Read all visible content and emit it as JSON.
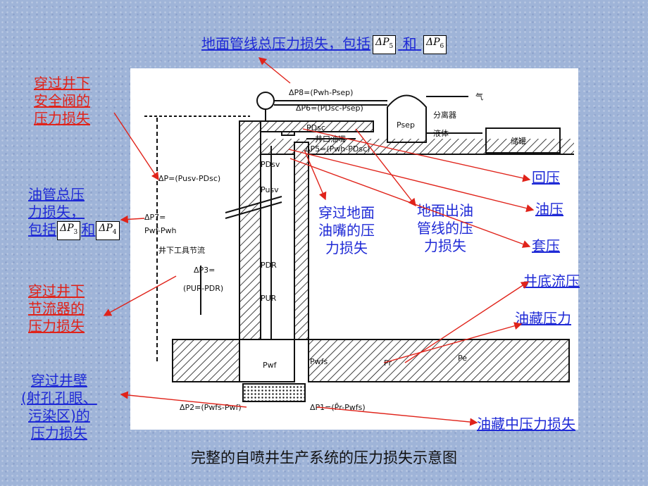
{
  "labels": {
    "top": {
      "text": "地面管线总压力损失，包括",
      "sym1": "ΔP",
      "sub1": "5",
      "conj": "和",
      "sym2": "ΔP",
      "sub2": "6"
    },
    "safety_valve": [
      "穿过井下",
      "安全阀的",
      "压力损失"
    ],
    "tubing": {
      "line1": "油管总压",
      "line2": "力损失，",
      "line3": "包括",
      "sym1": "ΔP",
      "sub1": "3",
      "conj": "和",
      "sym2": "ΔP",
      "sub2": "4"
    },
    "downhole_choke": [
      "穿过井下",
      "节流器的",
      "压力损失"
    ],
    "wellbore": [
      "穿过井壁",
      "(射孔孔眼、",
      "污染区)的",
      "压力损失"
    ],
    "back_pressure": "回压",
    "tubing_pressure": "油压",
    "casing_pressure": "套压",
    "bottomhole_flowing": "井底流压",
    "reservoir_pressure": "油藏压力",
    "reservoir_loss": "油藏中压力损失",
    "choke_loss": [
      "穿过地面",
      "油嘴的压",
      "力损失"
    ],
    "flowline_loss": [
      "地面出油",
      "管线的压",
      "力损失"
    ]
  },
  "diagram": {
    "dp8": "ΔP8=(Pwh-Psep)",
    "dp6": "ΔP6=(PDsc-Psep)",
    "pdsc": "PDsc",
    "choke_label": "井口油嘴",
    "dp5": "ΔP5=(Pwh-PDsc)",
    "gas": "气",
    "separator": "分离器",
    "liquid": "液体",
    "psep": "Psep",
    "tank": "储罐",
    "dp": "ΔP=(Pusv-PDsc)",
    "pdsv": "PDsv",
    "pusv": "Pusv",
    "dp7": "ΔP7=",
    "dp7b": "Pwf-Pwh",
    "choke_tool": "井下工具节流",
    "dp3": "ΔP3=",
    "dp3b": "(PUR-PDR)",
    "pdr": "PDR",
    "pur": "PUR",
    "pwf": "Pwf",
    "pwfs": "Pwfs",
    "pr": "Pr",
    "pe": "Pe",
    "dp2": "ΔP2=(Pwfs-Pwf)",
    "dp1": "ΔP1=(P̄r-Pwfs)"
  },
  "caption": "完整的自喷井生产系统的压力损失示意图",
  "colors": {
    "blue_label": "#1f2ad6",
    "red_label": "#e0231a",
    "arrow": "#e0231a",
    "background": "#9fb4d8"
  }
}
